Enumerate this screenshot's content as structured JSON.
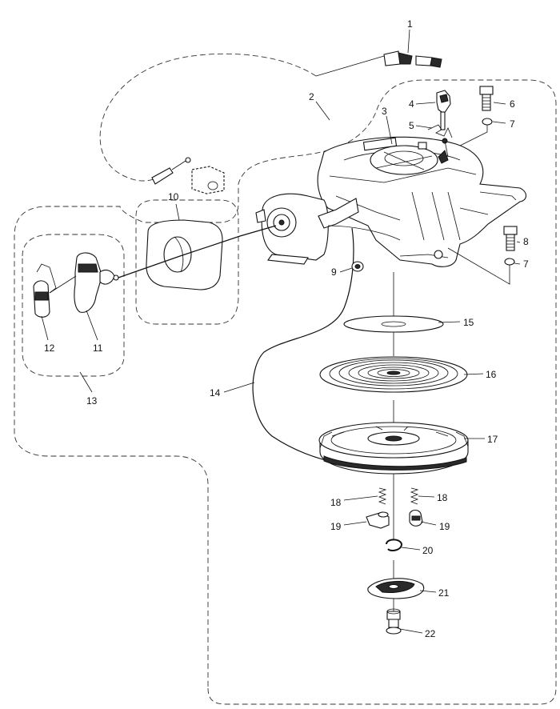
{
  "diagram": {
    "callouts": [
      "1",
      "2",
      "3",
      "4",
      "5",
      "6",
      "7",
      "7",
      "8",
      "9",
      "10",
      "11",
      "12",
      "13",
      "14",
      "15",
      "16",
      "17",
      "18",
      "18",
      "19",
      "19",
      "20",
      "21",
      "22"
    ]
  }
}
